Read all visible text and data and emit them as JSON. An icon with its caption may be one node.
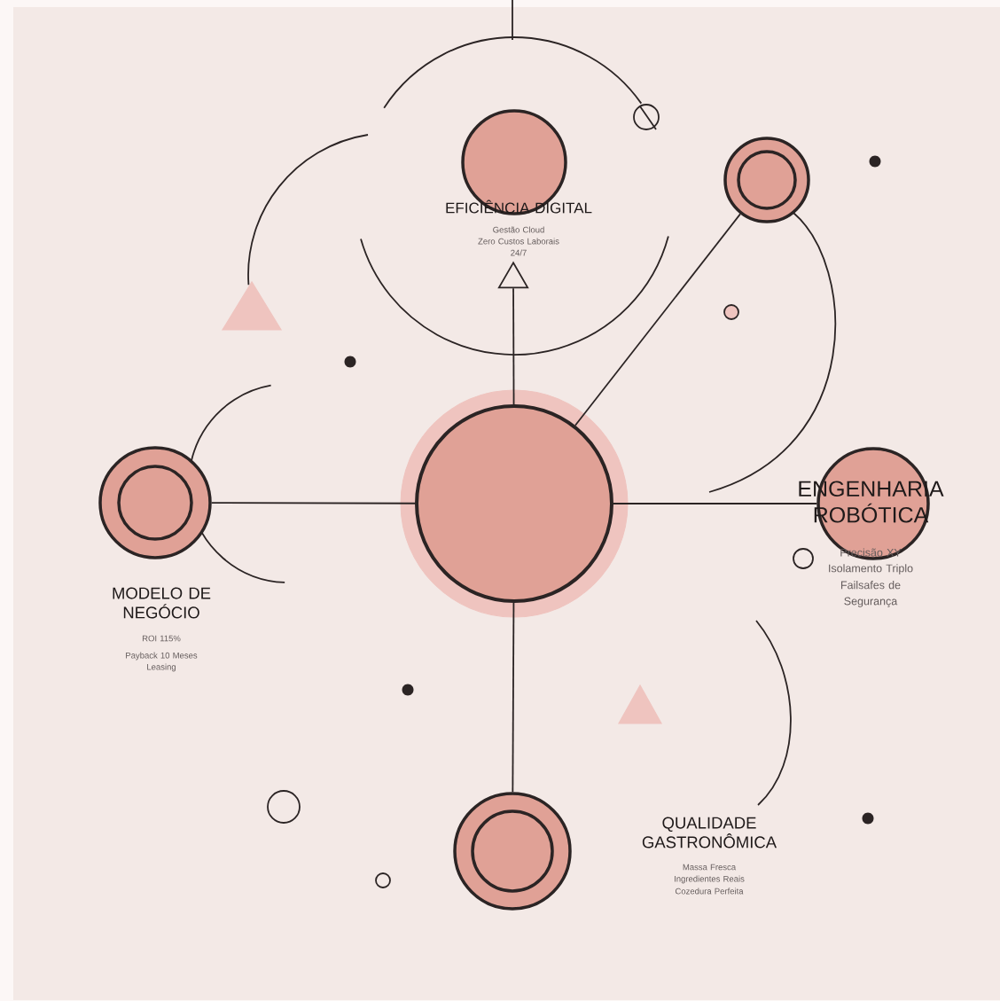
{
  "diagram": {
    "nodes": [
      {
        "text": [
          "EFICIÊNCIA DIGITAL",
          "Gestão Cloud",
          "Zero Custos Laborais",
          "24/7"
        ]
      },
      {
        "text": [],
        "shape": "triangle"
      },
      {
        "text": [],
        "shape": "circle"
      },
      {
        "text": [
          "MODELO DE NEGÓCIO"
        ],
        "beside": [
          "ROI 115%",
          "Payback 10 Meses",
          "Leasing"
        ]
      },
      {
        "text": [],
        "shape": "circle"
      },
      {
        "text": [
          "ENGENHARIA ROBÓTICA",
          "Precisão XY",
          "Isolamento Triplo",
          "Failsafes de Segurança"
        ]
      },
      {
        "text": [
          "QUALIDADE GASTRONÔMICA"
        ],
        "beside": [
          "Massa Fresca",
          "Ingredientes Reais",
          "Cozedura Perfeita"
        ]
      }
    ],
    "edges": [
      {
        "from": 4,
        "to": 1,
        "arrow": "none"
      },
      {
        "from": 4,
        "to": 2,
        "arrow": "none"
      },
      {
        "from": 4,
        "to": 3,
        "arrow": "none"
      },
      {
        "from": 4,
        "to": 5,
        "arrow": "none"
      },
      {
        "from": 4,
        "to": 6,
        "arrow": "none"
      }
    ]
  }
}
